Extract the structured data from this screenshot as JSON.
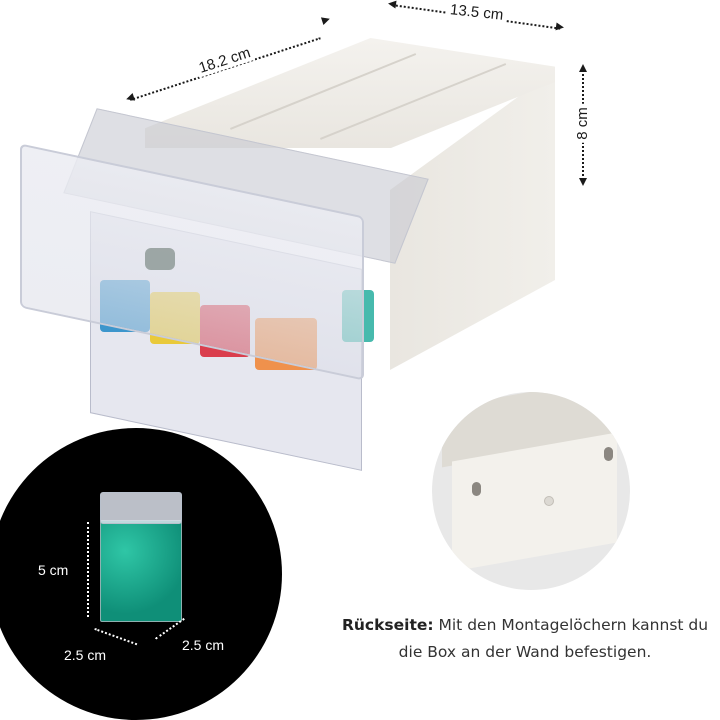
{
  "product": {
    "type": "storage drawer box with bead containers",
    "dimensions": {
      "length": "18.2 cm",
      "width": "13.5 cm",
      "height": "8 cm"
    },
    "container": {
      "height": "5 cm",
      "width": "2.5 cm",
      "depth": "2.5 cm"
    },
    "bead_colors": [
      "#2f8fc9",
      "#e9c72a",
      "#d9303f",
      "#f08a3e",
      "#37b4a6"
    ],
    "caption": {
      "bold": "Rückseite:",
      "text": " Mit den Montagelöchern kannst du die Box an der Wand befestigen."
    }
  },
  "colors": {
    "background": "#ffffff",
    "box_white": "#f1efea",
    "dark_circle": "#000000",
    "light_circle": "#e8e8e8",
    "bead_teal": "#1fae8e",
    "text": "#333333"
  }
}
